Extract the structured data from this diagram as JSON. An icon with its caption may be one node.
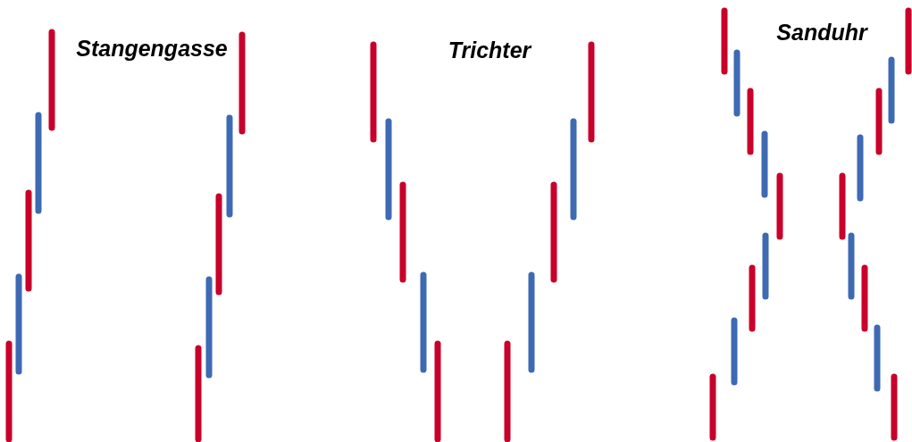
{
  "diagram": {
    "labels": [
      "Stangengasse",
      "Trichter",
      "Sanduhr"
    ]
  }
}
